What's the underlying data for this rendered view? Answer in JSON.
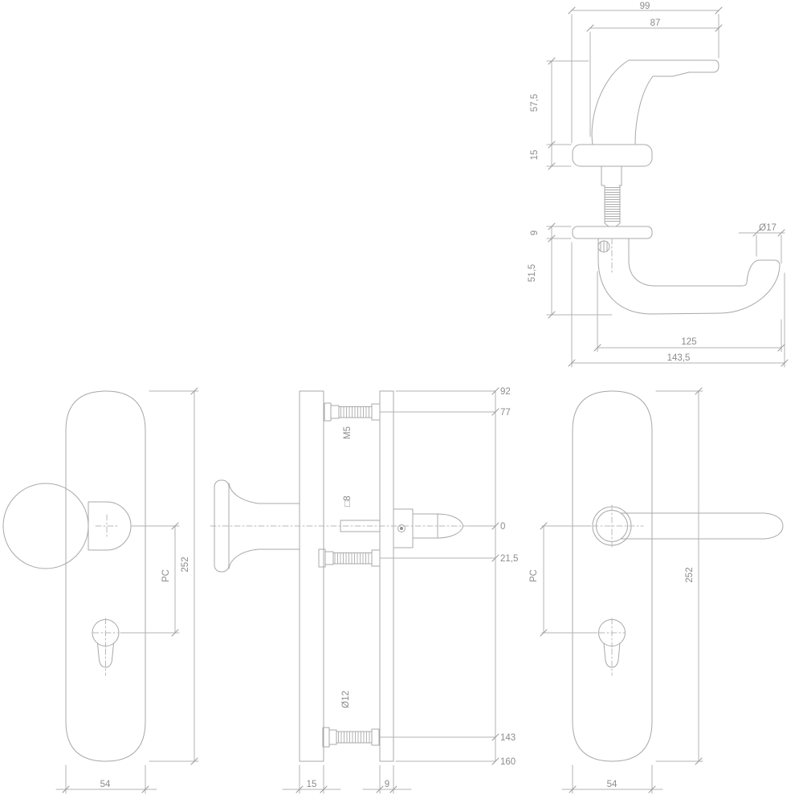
{
  "drawing_type": "technical-drawing-door-fitting",
  "colors": {
    "background": "#ffffff",
    "line": "#a8a8a8",
    "dimension_line": "#b3b3b3",
    "text": "#8c8c8c"
  },
  "labels": {
    "handle_side_view": {
      "total_width": "99",
      "grip_width": "87",
      "neck_height": "57,5",
      "rose_height": "15"
    },
    "handle_front_view": {
      "rose_thickness": "9",
      "handle_drop": "51,5",
      "grip_diameter": "Ø17",
      "grip_length": "125",
      "total_length": "143,5"
    },
    "knob_plate_view": {
      "plate_width": "54",
      "plate_height": "252",
      "cylinder_distance": "PC"
    },
    "profile_view": {
      "knob_plate_thickness": "15",
      "lever_plate_thickness": "9",
      "top_screw": "M5",
      "spindle": "□8",
      "bottom_screw": "Ø12"
    },
    "axis_positions": [
      "92",
      "77",
      "0",
      "21,5",
      "143",
      "160"
    ],
    "lever_plate_view": {
      "plate_width": "54",
      "plate_height": "252",
      "cylinder_distance": "PC"
    }
  }
}
